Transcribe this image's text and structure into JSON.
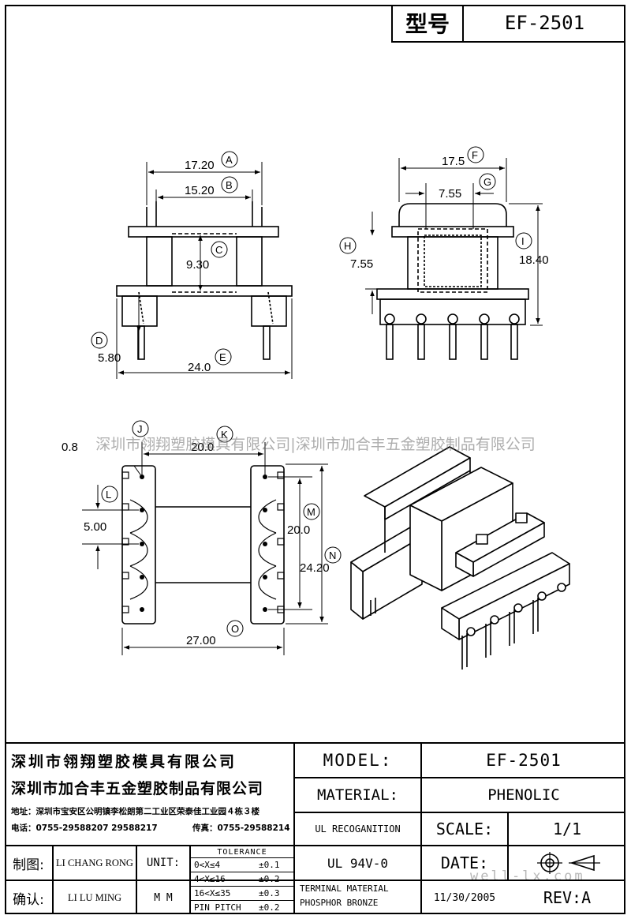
{
  "header": {
    "label_model": "型号",
    "model": "EF-2501"
  },
  "drawing": {
    "front_view": {
      "dim_a": "17.20",
      "dim_b": "15.20",
      "dim_c": "9.30",
      "dim_d": "5.80",
      "dim_e": "24.0",
      "letter_a": "A",
      "letter_b": "B",
      "letter_c": "C",
      "letter_d": "D",
      "letter_e": "E"
    },
    "side_view": {
      "dim_f": "17.5",
      "dim_g": "7.55",
      "dim_h": "7.55",
      "dim_i": "18.40",
      "letter_f": "F",
      "letter_g": "G",
      "letter_h": "H",
      "letter_i": "I"
    },
    "bottom_view": {
      "dim_j": "0.8",
      "dim_k": "20.0",
      "dim_l": "5.00",
      "dim_m": "20.0",
      "dim_n": "24.20",
      "dim_o": "27.00",
      "letter_j": "J",
      "letter_k": "K",
      "letter_l": "L",
      "letter_m": "M",
      "letter_n": "N",
      "letter_o": "O"
    }
  },
  "watermark": {
    "text": "深圳市翎翔塑胶模具有限公司|深圳市加合丰五金塑胶制品有限公司",
    "site": "well-lx.com"
  },
  "title_block": {
    "company1": "深圳市翎翔塑胶模具有限公司",
    "company2": "深圳市加合丰五金塑胶制品有限公司",
    "address": "地址：深圳市宝安区公明镇李松朗第二工业区荣泰佳工业园４栋３楼",
    "phone": "电话：0755-29588207  29588217",
    "fax": "传真：0755-29588214",
    "drawn_label": "制图:",
    "drawn_by": "LI CHANG RONG",
    "confirm_label": "确认:",
    "confirmed_by": "LI LU MING",
    "unit_label": "UNIT:",
    "unit_value": "M M",
    "tolerance_label": "TOLERANCE",
    "tolerances": [
      {
        "range": "0<X≤4",
        "value": "±0.1"
      },
      {
        "range": "4<X≤16",
        "value": "±0.2"
      },
      {
        "range": "16<X≤35",
        "value": "±0.3"
      },
      {
        "range": "PIN PITCH",
        "value": "±0.2"
      }
    ],
    "model_label": "MODEL:",
    "model_value": "EF-2501",
    "material_label": "MATERIAL:",
    "material_value": "PHENOLIC",
    "ul_label": "UL RECOGANITION",
    "ul_value": "UL 94V-0",
    "terminal_line1": "TERMINAL MATERIAL",
    "terminal_line2": "PHOSPHOR  BRONZE",
    "scale_label": "SCALE:",
    "scale_value": "1/1",
    "date_label": "DATE:",
    "date_value": "11/30/2005",
    "rev_label": "REV:",
    "rev_value": "A"
  }
}
